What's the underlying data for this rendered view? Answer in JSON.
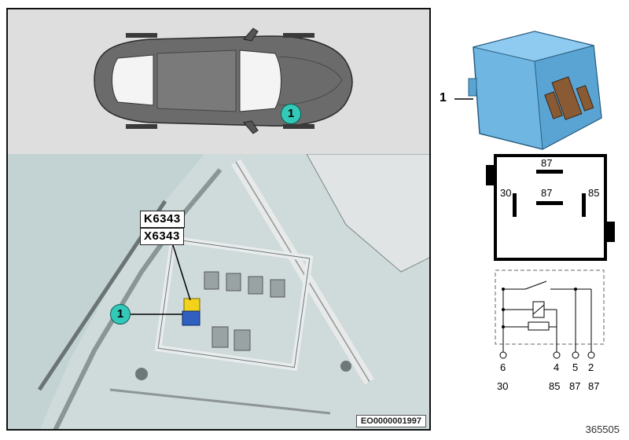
{
  "figure": {
    "part_number": "1",
    "illustration_code": "EO0000001997",
    "reference_number": "365505"
  },
  "callouts": {
    "car_marker": "1",
    "location_marker": "1"
  },
  "labels": {
    "relay_label": "K6343",
    "connector_label": "X6343"
  },
  "relay_face": {
    "terminal_top": "87",
    "terminal_middle": "87",
    "terminal_left": "30",
    "terminal_right": "85"
  },
  "schematic": {
    "pins": [
      "6",
      "4",
      "5",
      "2"
    ],
    "terminals": [
      "30",
      "85",
      "87",
      "87"
    ]
  },
  "colors": {
    "callout_fill": "#33c9b8",
    "relay_body": "#6fb6e3",
    "connector_blue": "#2f5fbf",
    "relay_yellow": "#f2d21b"
  }
}
